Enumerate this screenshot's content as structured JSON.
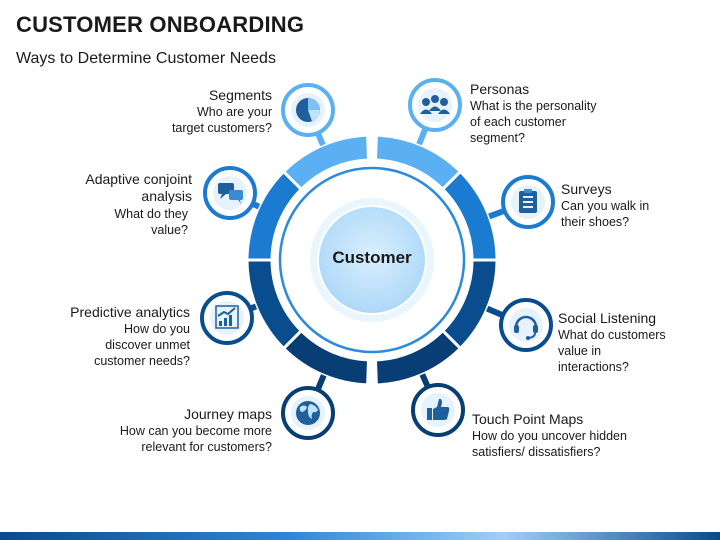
{
  "title": "CUSTOMER ONBOARDING",
  "subtitle": "Ways to Determine Customer Needs",
  "center": "Customer",
  "colors": {
    "light": "#5ab0f2",
    "mid": "#1a7bd0",
    "dark": "#0a4d8f",
    "darkest": "#083e73",
    "center": "#bfe2fb",
    "iconFill": "#1f5f9e"
  },
  "items": [
    {
      "head": "Segments",
      "desc": "Who  are your\ntarget customers?",
      "icon": "pie-chart-icon"
    },
    {
      "head": "Adaptive conjoint\nanalysis",
      "desc": "What do they\nvalue?",
      "icon": "chat-bubbles-icon"
    },
    {
      "head": "Predictive analytics",
      "desc": "How do you\ndiscover unmet\ncustomer needs?",
      "icon": "growth-chart-icon"
    },
    {
      "head": "Journey maps",
      "desc": "How can you become more\nrelevant for customers?",
      "icon": "globe-icon"
    },
    {
      "head": "Personas",
      "desc": "What is the personality\nof each customer\nsegment?",
      "icon": "people-group-icon"
    },
    {
      "head": "Surveys",
      "desc": "Can you walk in\ntheir shoes?",
      "icon": "clipboard-icon"
    },
    {
      "head": "Social Listening",
      "desc": "What do customers\nvalue in\ninteractions?",
      "icon": "headset-icon"
    },
    {
      "head": "Touch Point Maps",
      "desc": "How do you uncover hidden\nsatisfiers/ dissatisfiers?",
      "icon": "thumbs-up-icon"
    }
  ]
}
